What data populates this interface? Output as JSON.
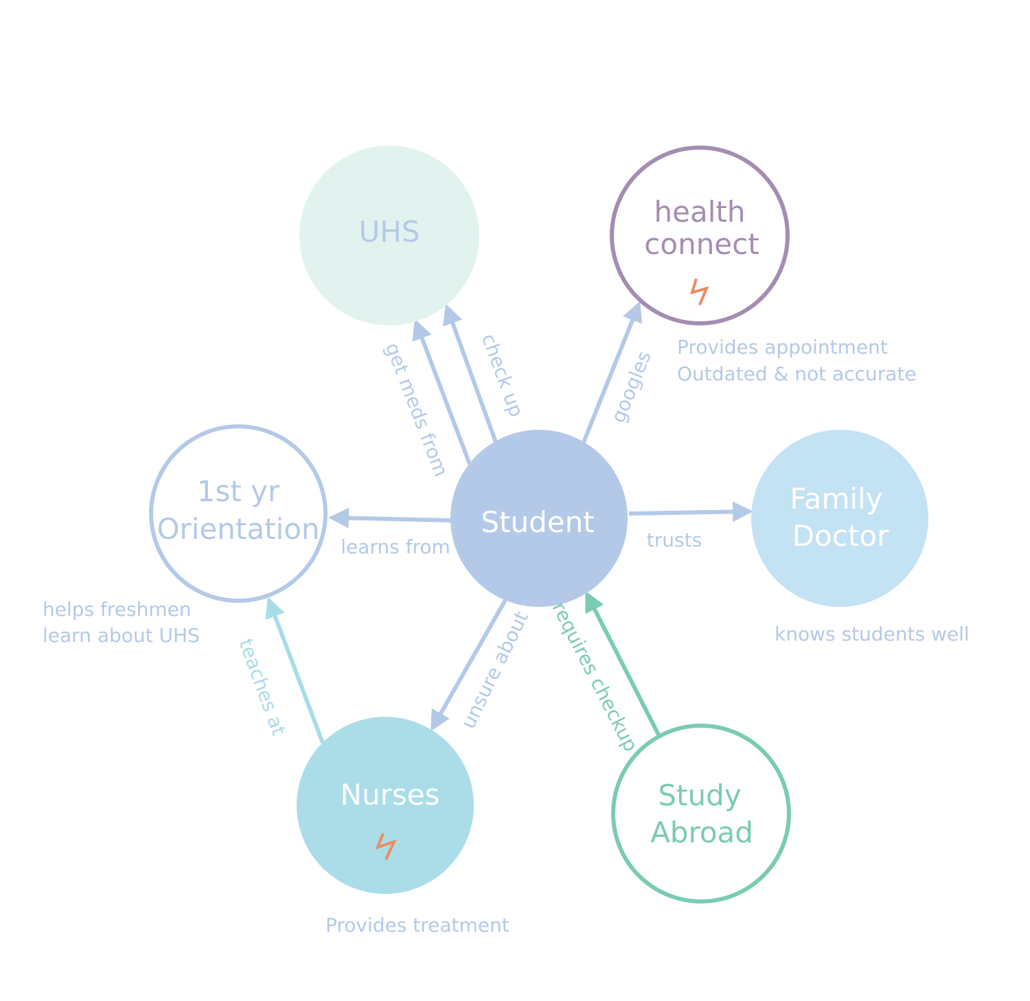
{
  "colors": {
    "blue": "#b4c9e8",
    "light_blue_fill": "#c3e2f4",
    "mint_fill": "#e2f3ef",
    "teal_fill": "#aadde8",
    "teal_line": "#a8dde7",
    "purple": "#a48db1",
    "green": "#7acbb4",
    "orange": "#ee8a62",
    "white": "#ffffff"
  },
  "nodes": {
    "student": {
      "label": "Student"
    },
    "uhs": {
      "label": "UHS"
    },
    "health_connect": {
      "line1": "health",
      "line2": "connect",
      "icon": "lightning-bolt-icon"
    },
    "orientation": {
      "line1": "1st yr",
      "line2": "Orientation"
    },
    "family_doctor": {
      "line1": "Family",
      "line2": "Doctor"
    },
    "nurses": {
      "label": "Nurses",
      "icon": "lightning-bolt-icon"
    },
    "study_abroad": {
      "line1": "Study",
      "line2": "Abroad"
    }
  },
  "edges": {
    "get_meds_from": "get meds from",
    "check_up": "check up",
    "googles": "googles",
    "learns_from": "learns from",
    "trusts": "trusts",
    "unsure_about": "unsure about",
    "requires_checkup": "requires checkup",
    "teaches_at": "teaches at"
  },
  "notes": {
    "health_connect_1": "Provides appointment",
    "health_connect_2": "Outdated & not accurate",
    "orientation_1": "helps freshmen",
    "orientation_2": "learn about UHS",
    "family_doctor": "knows students well",
    "nurses": "Provides treatment"
  }
}
